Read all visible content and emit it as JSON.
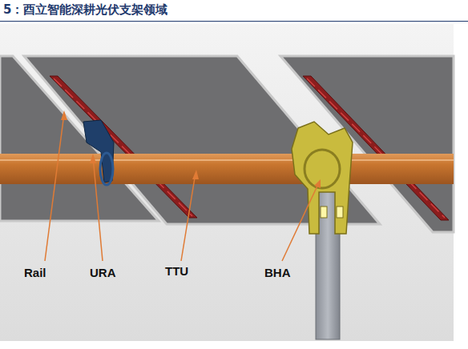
{
  "diagram": {
    "title": "5：酉立智能深耕光伏支架领域",
    "labels": [
      "Rail",
      "URA",
      "TTU",
      "BHA"
    ]
  }
}
